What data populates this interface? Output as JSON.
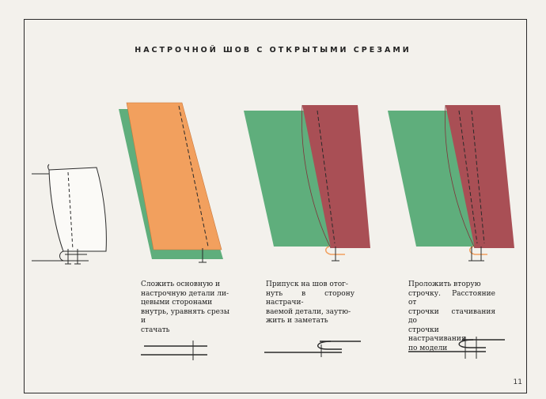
{
  "title": "НАСТРОЧНОЙ ШОВ С ОТКРЫТЫМИ СРЕЗАМИ",
  "steps": [
    {
      "lines": [
        "Сложить основную и",
        "настрочную детали ли-",
        "цевыми сторонами",
        "внутрь, уравнять срезы и",
        "стачать"
      ]
    },
    {
      "lines": [
        "Припуск на шов отог-",
        "нуть в сторону настрачи-",
        "ваемой детали, заутю-",
        "жить и заметать"
      ]
    },
    {
      "lines": [
        "Проложить вторую",
        "строчку. Расстояние от",
        "строчки стачивания до",
        "строчки настрачивания",
        "по модели"
      ]
    }
  ],
  "page_number": "11",
  "colors": {
    "green": "#5fae7c",
    "orange": "#f2a05e",
    "maroon": "#a94f55",
    "line": "#2a2a2a"
  }
}
